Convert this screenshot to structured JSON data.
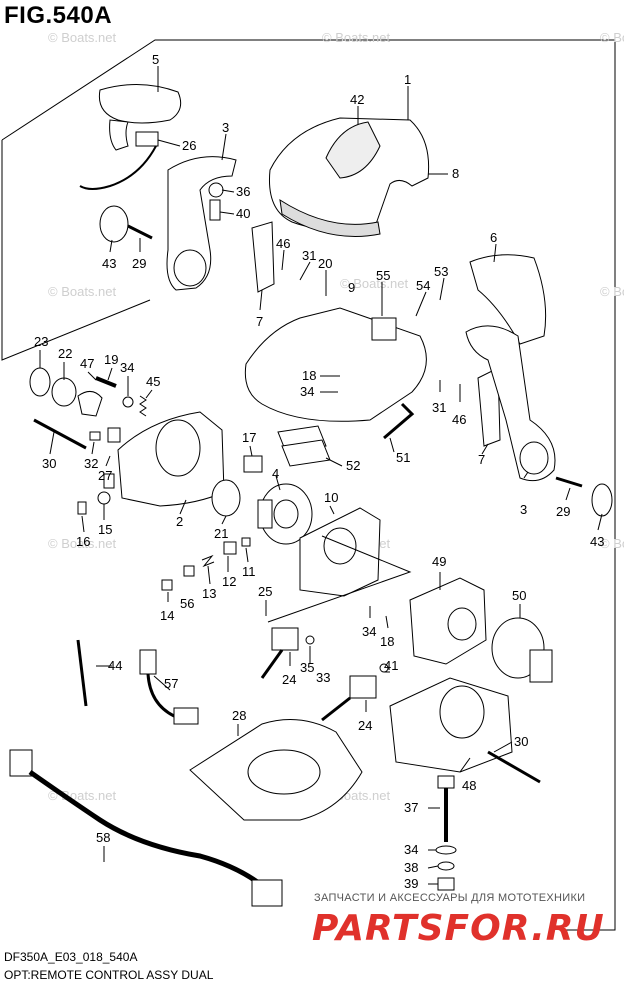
{
  "figure": {
    "title": "FIG.540A",
    "code": "DF350A_E03_018_540A",
    "description": "OPT:REMOTE CONTROL ASSY DUAL"
  },
  "watermark": {
    "text": "© Boats.net",
    "shop_text": "ЗАПЧАСТИ И АКСЕССУАРЫ ДЛЯ МОТОТЕХНИКИ",
    "shop_logo": "PARTSFOR.RU",
    "colors": {
      "watermark": "#cfcfcf",
      "logo": "#e0312b"
    }
  },
  "callouts": [
    "5",
    "1",
    "42",
    "3",
    "26",
    "8",
    "36",
    "40",
    "6",
    "46",
    "31",
    "20",
    "55",
    "53",
    "43",
    "29",
    "9",
    "54",
    "7",
    "23",
    "22",
    "47",
    "19",
    "34",
    "45",
    "18",
    "34",
    "31",
    "46",
    "17",
    "30",
    "32",
    "27",
    "52",
    "4",
    "51",
    "7",
    "2",
    "10",
    "3",
    "29",
    "43",
    "16",
    "15",
    "21",
    "56",
    "13",
    "12",
    "11",
    "49",
    "14",
    "25",
    "50",
    "34",
    "18",
    "44",
    "57",
    "24",
    "35",
    "33",
    "41",
    "28",
    "24",
    "30",
    "48",
    "37",
    "34",
    "38",
    "39",
    "58"
  ]
}
